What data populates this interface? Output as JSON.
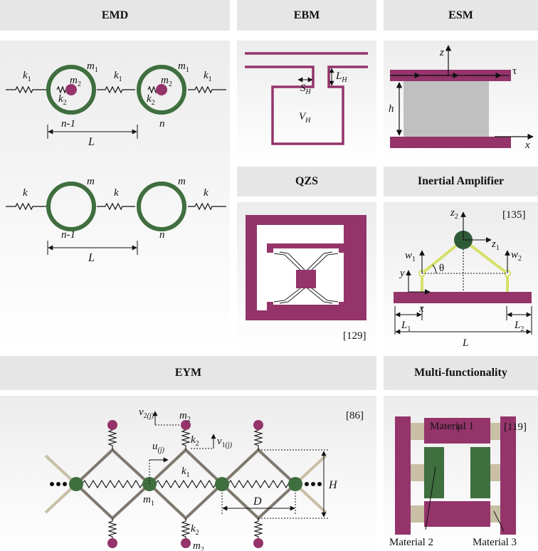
{
  "headers": {
    "emd": "EMD",
    "ebm": "EBM",
    "esm": "ESM",
    "qzs": "QZS",
    "inertial": "Inertial Amplifier",
    "eym": "EYM",
    "multi": "Multi-functionality"
  },
  "emd": {
    "k": "k",
    "one": "1",
    "two": "2",
    "m": "m",
    "n_minus_1": "n-1",
    "n": "n",
    "L": "L"
  },
  "ebm": {
    "S": "S",
    "L": "L",
    "V": "V",
    "H": "H"
  },
  "esm": {
    "z": "z",
    "tau": "τ",
    "h": "h",
    "x": "x"
  },
  "qzs": {
    "ref": "[129]"
  },
  "inertial": {
    "ref": "[135]",
    "z": "z",
    "w": "w",
    "y": "y",
    "x": "x",
    "theta": "θ",
    "L": "L",
    "one": "1",
    "two": "2"
  },
  "eym": {
    "ref": "[86]",
    "v": "v",
    "u": "u",
    "j": "(j)",
    "k": "k",
    "m": "m",
    "H": "H",
    "D": "D",
    "one": "1",
    "two": "2"
  },
  "multi": {
    "ref": "[119]",
    "material1": "Material 1",
    "material2": "Material 2",
    "material3": "Material 3"
  },
  "colors": {
    "magenta": "#94346a",
    "green": "#3f6e3f",
    "dark_green": "#2f5a37",
    "yellow": "#d6e06a",
    "tan": "#c8bfa5",
    "gray_frame": "#7f786e",
    "header_bg": "#e6e6e6"
  }
}
